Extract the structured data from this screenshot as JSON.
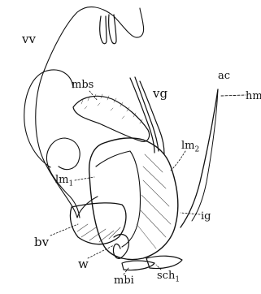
{
  "labels": {
    "vv": "vv",
    "mbs": "mbs",
    "vg": "vg",
    "ac": "ac",
    "hm": "hm",
    "lm2_base": "lm",
    "lm2_sub": "2",
    "lm1_base": "lm",
    "lm1_sub": "1",
    "ig": "ig",
    "bv": "bv",
    "w": "w",
    "mbi": "mbi",
    "sch1_base": "sch",
    "sch1_sub": "1"
  },
  "colors": {
    "ink": "#111111",
    "background": "#ffffff"
  }
}
